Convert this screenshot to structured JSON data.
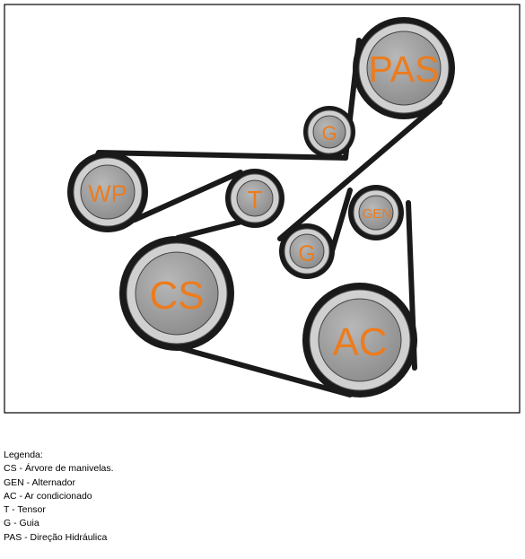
{
  "diagram": {
    "pulleys": [
      {
        "id": "PAS",
        "label": "PAS"
      },
      {
        "id": "G1",
        "label": "G"
      },
      {
        "id": "WP",
        "label": "WP"
      },
      {
        "id": "T",
        "label": "T"
      },
      {
        "id": "GEN",
        "label": "GEN"
      },
      {
        "id": "G2",
        "label": "G"
      },
      {
        "id": "CS",
        "label": "CS"
      },
      {
        "id": "AC",
        "label": "AC"
      }
    ],
    "colors": {
      "belt": "#1a1a1a",
      "pulley_ring": "#c8c8c8",
      "pulley_face": "#9a9a9a",
      "label": "#ec7c1e",
      "frame": "#000000"
    }
  },
  "legend": {
    "title": "Legenda:",
    "items": [
      "CS -  Árvore de manivelas.",
      "GEN - Alternador",
      "AC - Ar condicionado",
      "T - Tensor",
      "G - Guia",
      "PAS - Direção Hidráulica"
    ]
  }
}
